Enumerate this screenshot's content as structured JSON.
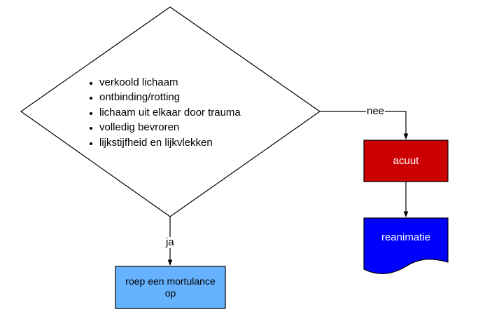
{
  "decision": {
    "criteria": [
      "verkoold lichaam",
      "ontbinding/rotting",
      "lichaam uit elkaar door trauma",
      "volledig bevroren",
      "lijkstijfheid en lijkvlekken"
    ]
  },
  "edges": {
    "no_label": "nee",
    "yes_label": "ja"
  },
  "nodes": {
    "acute": {
      "label": "acuut",
      "fill": "#CC0000",
      "text_color": "#FFFFFF"
    },
    "resuscitation": {
      "label": "reanimatie",
      "fill": "#0000FF",
      "text_color": "#FFFFFF"
    },
    "mortulance": {
      "label": "roep een mortulance op",
      "fill": "#66B2FF",
      "text_color": "#000000"
    }
  },
  "colors": {
    "stroke": "#000000"
  }
}
